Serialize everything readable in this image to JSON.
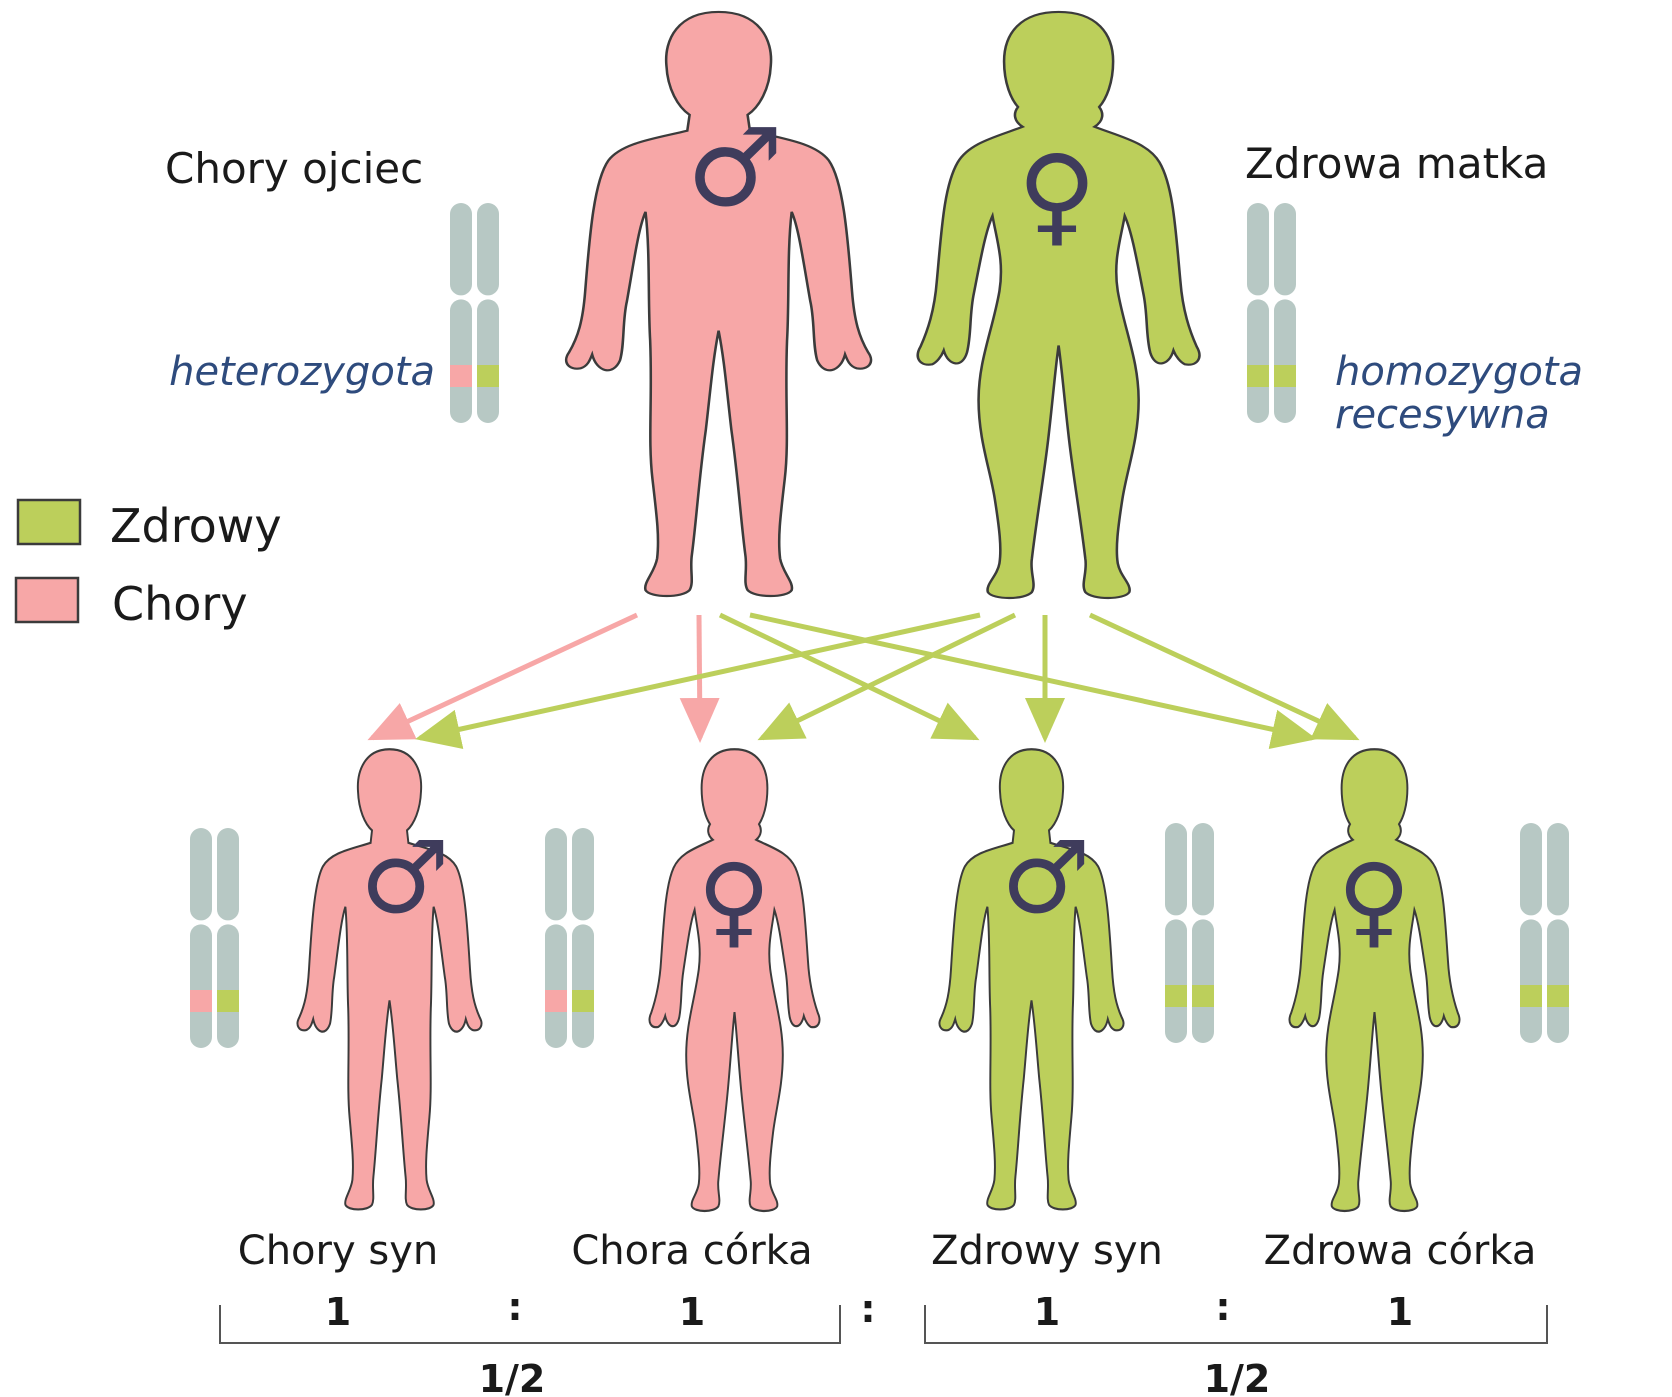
{
  "colors": {
    "healthy": "#bccf5b",
    "sick": "#f7a7a7",
    "chromosome": "#b7c8c4",
    "outline": "#3b3b3b",
    "symbol": "#3f3c5c",
    "label_blue": "#2e4b7d",
    "text": "#1a1a1a"
  },
  "parents": {
    "father_label": "Chory ojciec",
    "mother_label": "Zdrowa matka",
    "father_genotype": "heterozygota",
    "mother_genotype_line1": "homozygota",
    "mother_genotype_line2": "recesywna"
  },
  "symbols": {
    "male": "♂",
    "female": "♀"
  },
  "legend": {
    "items": [
      {
        "label": "Zdrowy",
        "state": "healthy"
      },
      {
        "label": "Chory",
        "state": "sick"
      }
    ]
  },
  "children": [
    {
      "label": "Chory syn",
      "sex": "male",
      "state": "sick"
    },
    {
      "label": "Chora córka",
      "sex": "female",
      "state": "sick"
    },
    {
      "label": "Zdrowy syn",
      "sex": "male",
      "state": "healthy"
    },
    {
      "label": "Zdrowa córka",
      "sex": "female",
      "state": "healthy"
    }
  ],
  "ratio": {
    "values": [
      "1",
      "1",
      "1",
      "1"
    ],
    "separator": ":",
    "group_labels": [
      "1/2",
      "1/2"
    ]
  }
}
